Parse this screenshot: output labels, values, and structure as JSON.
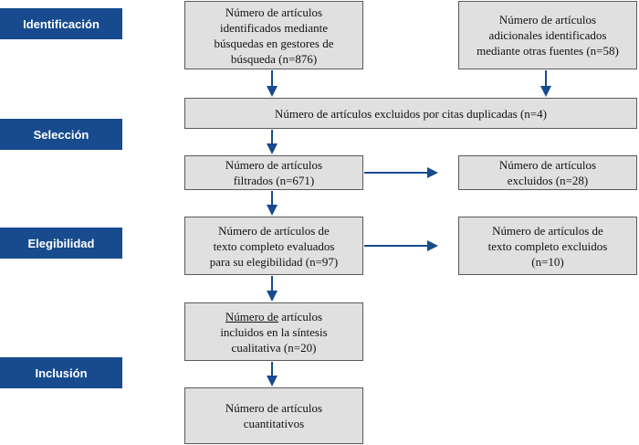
{
  "stages": {
    "identificacion": "Identificación",
    "seleccion": "Selección",
    "elegibilidad": "Elegibilidad",
    "inclusion": "Inclusión"
  },
  "boxes": {
    "identified_db": [
      "Número de artículos",
      "identificados mediante",
      "búsquedas en gestores de",
      "búsqueda (n=876)"
    ],
    "identified_other": [
      "Número de artículos",
      "adicionales identificados",
      "mediante otras fuentes (n=58)"
    ],
    "duplicates_excluded": [
      "Número de artículos excluidos por citas duplicadas (n=4)"
    ],
    "filtered": [
      "Número de artículos",
      "filtrados (n=671)"
    ],
    "filtered_excluded": [
      "Número de artículos",
      "excluidos (n=28)"
    ],
    "fulltext_assessed": [
      "Número de artículos de",
      "texto completo evaluados",
      "para su elegibilidad (n=97)"
    ],
    "fulltext_excluded": [
      "Número de artículos de",
      "texto completo excluidos",
      "(n=10)"
    ],
    "qualitative": {
      "underlined": "Número de",
      "line1_rest": " artículos",
      "line2": "incluidos en la síntesis",
      "line3": "cualitativa (n=20)"
    },
    "quantitative": [
      "Número de artículos",
      "cuantitativos"
    ]
  },
  "colors": {
    "stage_bg": "#174b8e",
    "stage_text": "#ffffff",
    "box_bg": "#e0e0e0",
    "box_border": "#5a5a5a",
    "arrow": "#174b8e"
  }
}
